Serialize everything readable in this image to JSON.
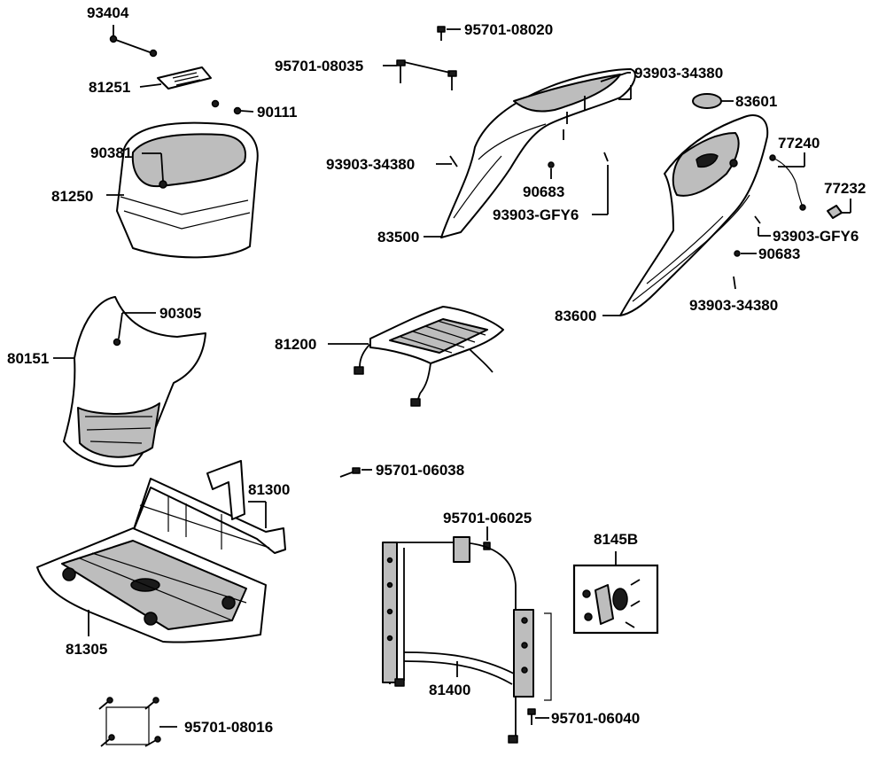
{
  "title": "",
  "labels": {
    "p93404": "93404",
    "p81251": "81251",
    "p90111": "90111",
    "p90381": "90381",
    "p81250": "81250",
    "p90305": "90305",
    "p80151": "80151",
    "p95701_08020": "95701-08020",
    "p95701_08035": "95701-08035",
    "p93903_34380_a": "93903-34380",
    "p93903_34380_b": "93903-34380",
    "p93903_34380_c": "93903-34380",
    "p83601": "83601",
    "p77240": "77240",
    "p77232": "77232",
    "p93903_gfy6_a": "93903-GFY6",
    "p93903_gfy6_b": "93903-GFY6",
    "p90683_a": "90683",
    "p90683_b": "90683",
    "p83500": "83500",
    "p83600": "83600",
    "p81200": "81200",
    "p95701_06038": "95701-06038",
    "p81300": "81300",
    "p81305": "81305",
    "p95701_06025": "95701-06025",
    "p8145b": "8145B",
    "p81400": "81400",
    "p95701_06040": "95701-06040",
    "p95701_08016": "95701-08016"
  }
}
